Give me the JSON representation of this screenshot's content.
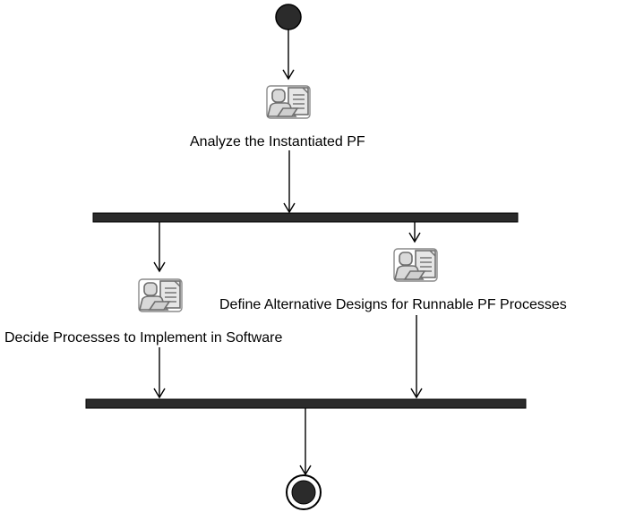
{
  "diagram": {
    "type": "activity",
    "activities": [
      {
        "id": "analyze",
        "label": "Analyze the Instantiated PF",
        "icon": "activity-person-document-icon"
      },
      {
        "id": "decide",
        "label": "Decide Processes to Implement in Software",
        "icon": "activity-person-document-icon"
      },
      {
        "id": "define",
        "label": "Define Alternative Designs for Runnable PF Processes",
        "icon": "activity-person-document-icon"
      }
    ],
    "nodes": {
      "initial": "initial-node",
      "fork": "fork-bar",
      "join": "join-bar",
      "final": "final-node"
    },
    "edges": [
      {
        "from": "initial",
        "to": "analyze"
      },
      {
        "from": "analyze",
        "to": "fork"
      },
      {
        "from": "fork",
        "to": "decide"
      },
      {
        "from": "fork",
        "to": "define"
      },
      {
        "from": "decide",
        "to": "join"
      },
      {
        "from": "define",
        "to": "join"
      },
      {
        "from": "join",
        "to": "final"
      }
    ],
    "colors": {
      "node_fill": "#2b2b2b",
      "stroke": "#000000",
      "icon_fill": "#d9d9d9",
      "icon_stroke": "#6e6e6e"
    }
  }
}
